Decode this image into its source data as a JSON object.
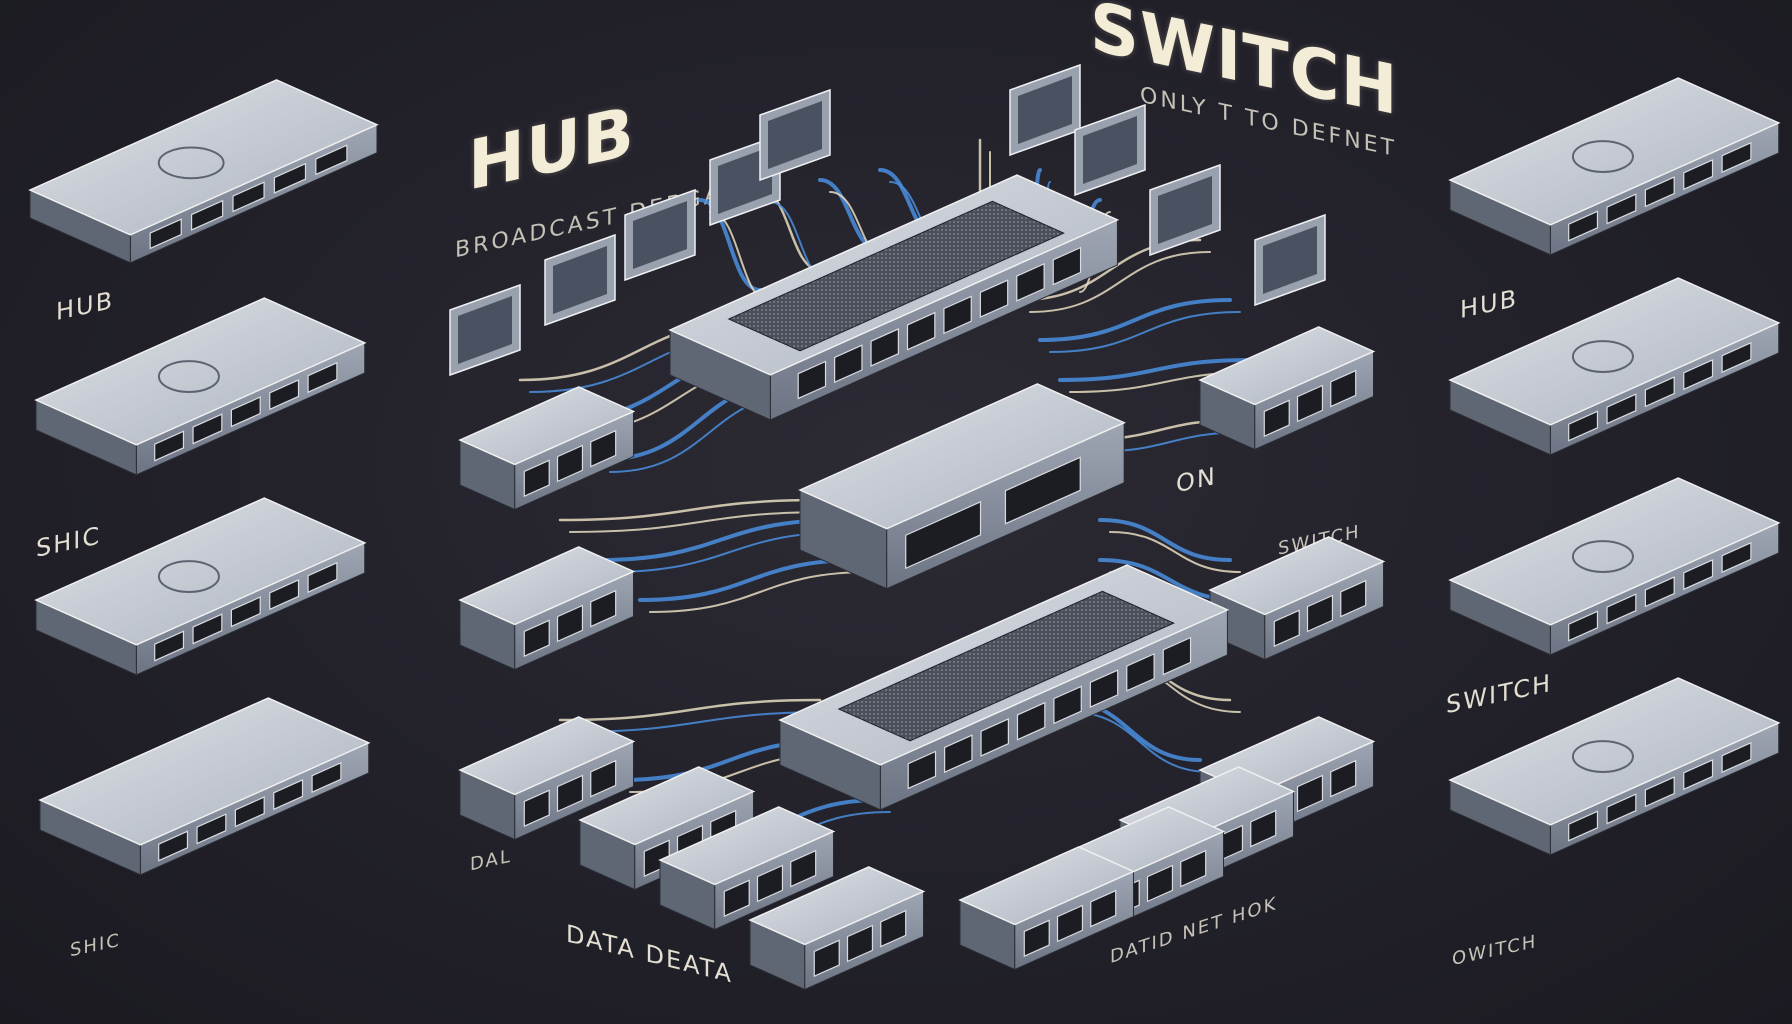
{
  "titles": {
    "hub": "HUB",
    "hub_subtitle": "BROADCAST DEBGA",
    "switch": "SWITCH",
    "switch_subtitle": "ONLY T TO DEFNET"
  },
  "labels": {
    "left_hub": "HUB",
    "left_shic": "SHIC",
    "left_bottom": "SHIC",
    "right_hub": "HUB",
    "right_switch": "SWITCH",
    "right_bottom": "OWITCH",
    "center_on": "ON",
    "center_switch": "SWITCH",
    "bottom_data": "DATA DEATA",
    "bottom_network": "DATID NET HOK",
    "left_data": "DAL"
  },
  "colors": {
    "background": "#23222b",
    "device_top": "#cfd3da",
    "device_side": "#8c93a2",
    "cable_blue": "#4a8fe0",
    "cable_cream": "#e6dcc0",
    "text": "#f3ecd6"
  }
}
